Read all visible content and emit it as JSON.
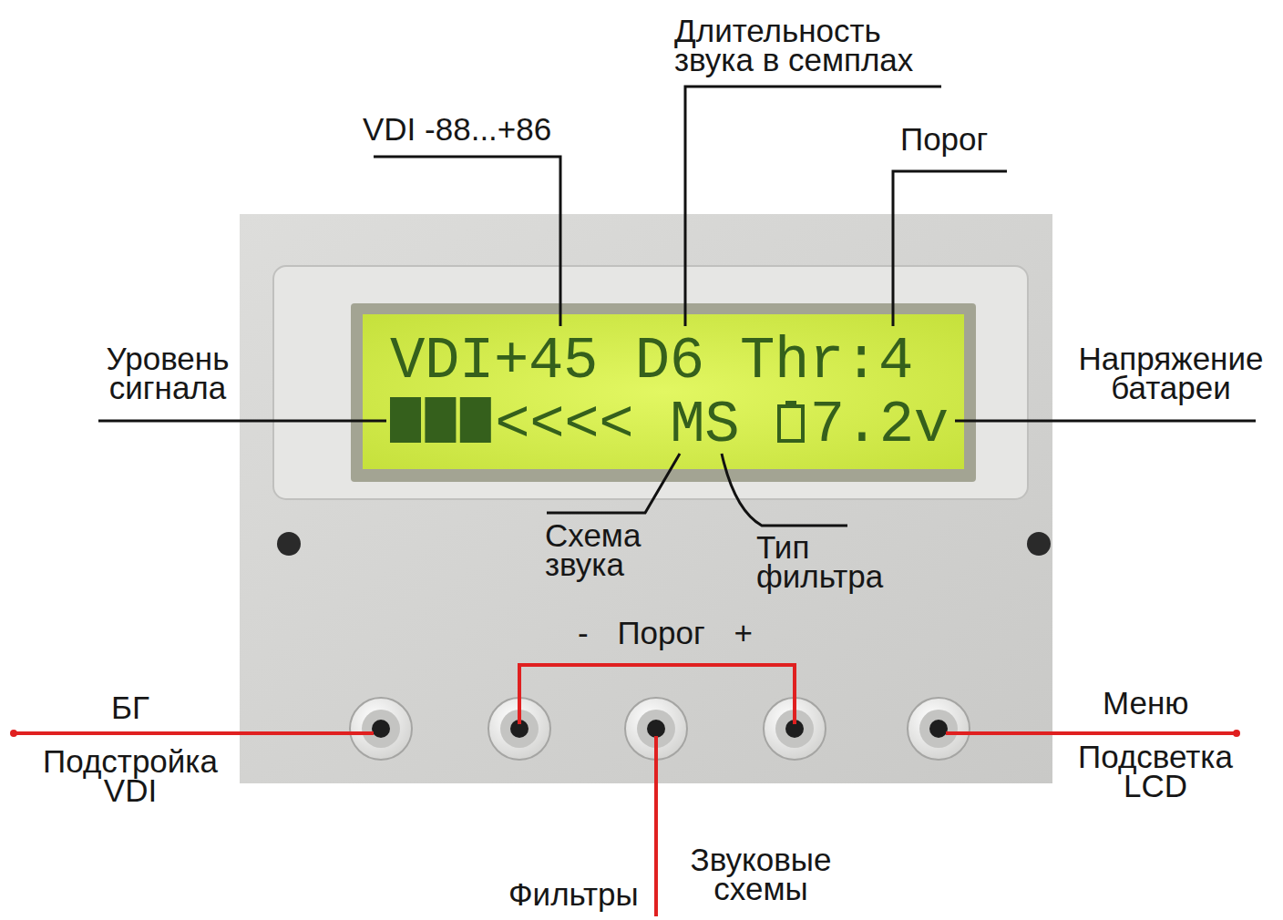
{
  "diagram": {
    "nodes": [
      {
        "text": [
          "- Порог +"
        ]
      },
      {
        "text": [
          "VDI+45",
          "D6",
          "Thr:4",
          "<<<<",
          "MS",
          "7.2v"
        ],
        "in": 0
      }
    ],
    "labels": [
      "VDI -88...+86",
      "Длительность звука в семплах",
      "Порог",
      "Уровень сигнала",
      "Напряжение батареи",
      "Схема звука",
      "Тип фильтра",
      "БГ",
      "Подстройка VDI",
      "Меню",
      "Подсветка LCD",
      "Фильтры",
      "Звуковые схемы"
    ]
  }
}
